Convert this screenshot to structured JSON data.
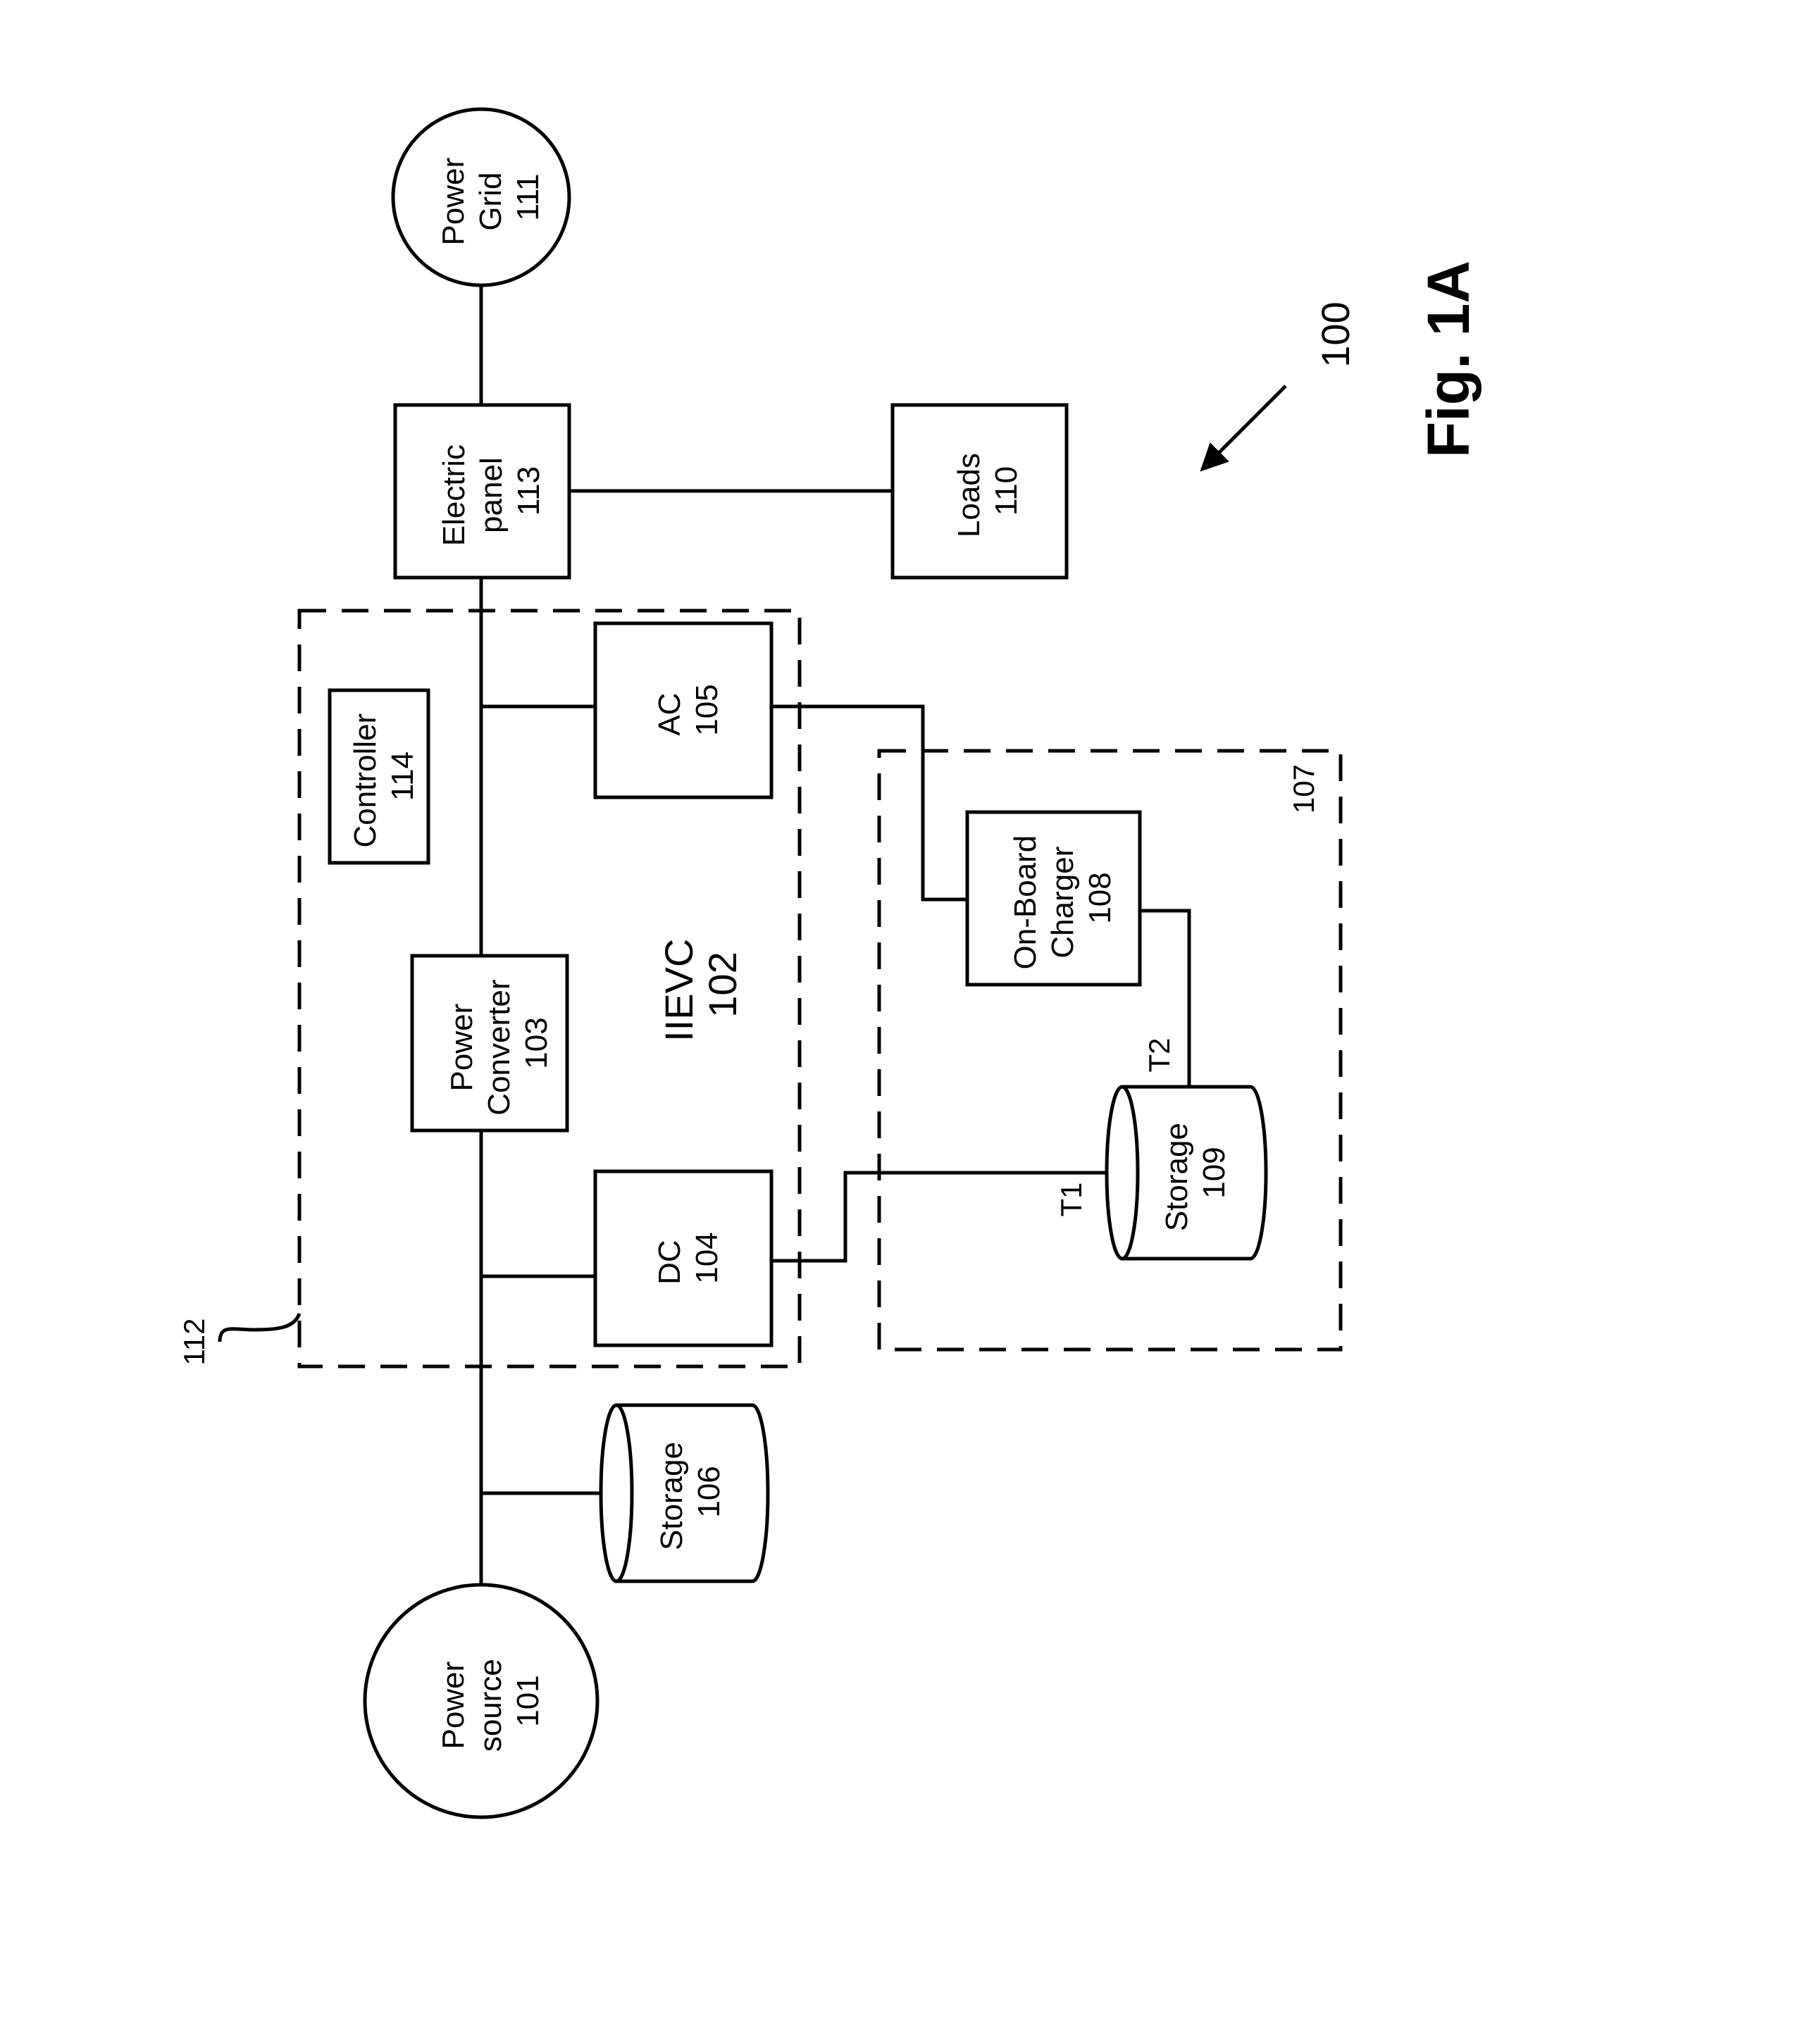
{
  "figure_label": "Fig. 1A",
  "system_ref": "100",
  "components": {
    "power_grid": [
      "Power",
      "Grid",
      "111"
    ],
    "electric_panel": [
      "Electric",
      "panel",
      "113"
    ],
    "loads": [
      "Loads",
      "110"
    ],
    "controller": [
      "Controller",
      "114"
    ],
    "ac": [
      "AC",
      "105"
    ],
    "power_converter": [
      "Power",
      "Converter",
      "103"
    ],
    "iievc": [
      "IIEVC",
      "102"
    ],
    "dc": [
      "DC",
      "104"
    ],
    "on_board_charger": [
      "On-Board",
      "Charger",
      "108"
    ],
    "storage_109": [
      "Storage",
      "109"
    ],
    "storage_106": [
      "Storage",
      "106"
    ],
    "power_source": [
      "Power",
      "source",
      "101"
    ]
  },
  "reference_labels": {
    "enclosure_112": "112",
    "vehicle_107": "107",
    "terminal_t1": "T1",
    "terminal_t2": "T2"
  }
}
